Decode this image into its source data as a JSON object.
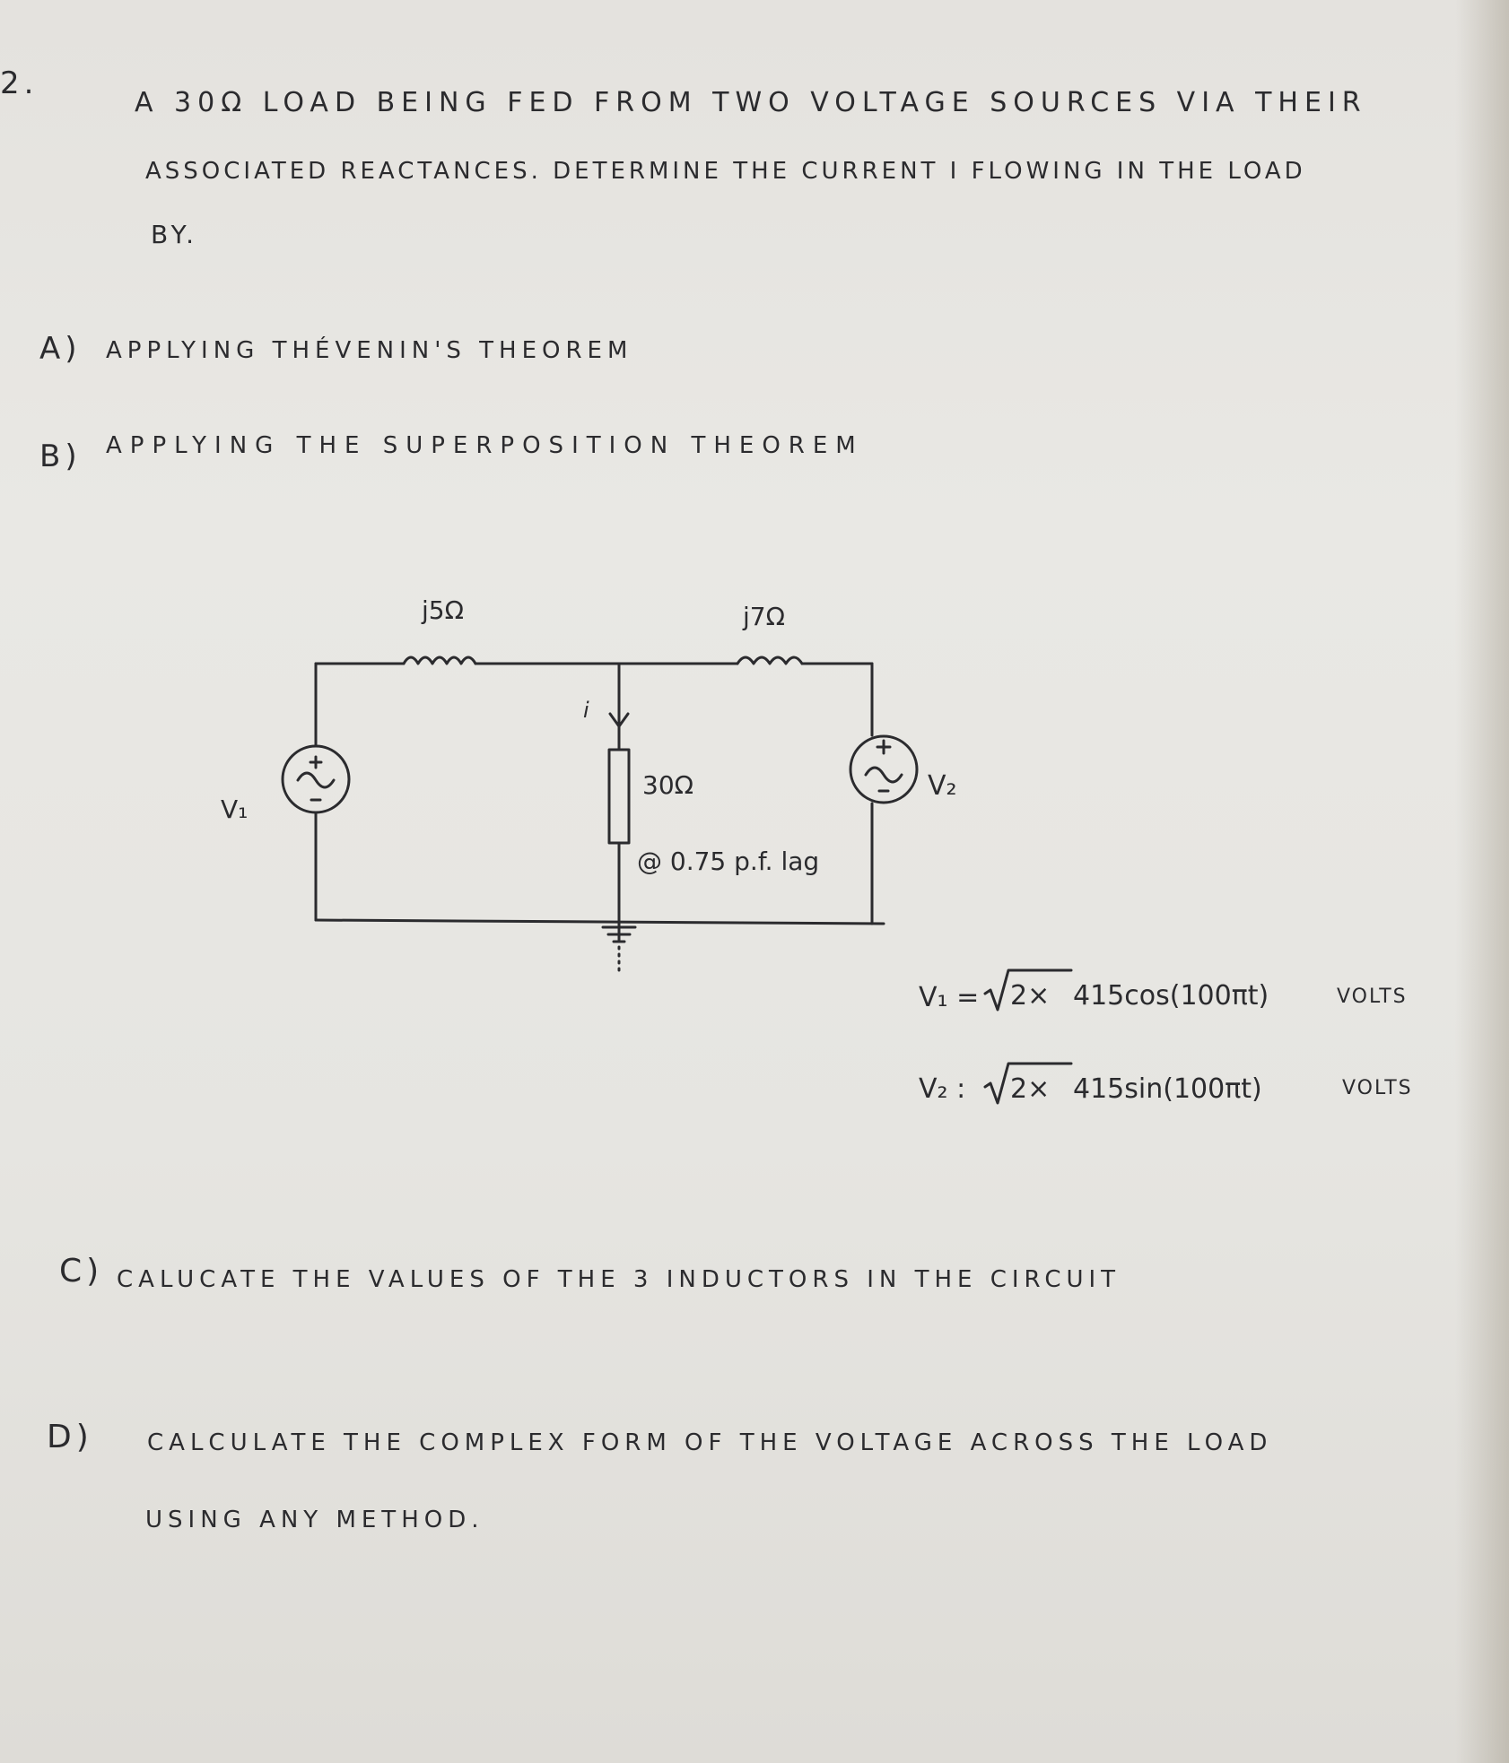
{
  "question": {
    "number": "2.",
    "line1": "A 30Ω LOAD BEING FED FROM TWO VOLTAGE SOURCES VIA THEIR",
    "line2": "ASSOCIATED REACTANCES. DETERMINE THE CURRENT i FLOWING IN THE LOAD",
    "line3": "BY."
  },
  "parts": [
    {
      "label": "A)",
      "text": "APPLYING THÉVENIN'S THEOREM"
    },
    {
      "label": "B)",
      "text": "APPLYING THE SUPERPOSITION THEOREM"
    },
    {
      "label": "C)",
      "text": "CALUCATE THE VALUES OF THE 3 INDUCTORS IN THE CIRCUIT"
    },
    {
      "label": "D)",
      "text": "CALCULATE THE COMPLEX FORM OF THE VOLTAGE ACROSS THE LOAD",
      "text2": "USING ANY METHOD."
    }
  ],
  "circuit": {
    "inductor1_label": "j5Ω",
    "inductor2_label": "j7Ω",
    "current_label": "i",
    "load_label": "30Ω",
    "load_pf_label": "@ 0.75 p.f. lag",
    "source1_label": "V₁",
    "source2_label": "V₂"
  },
  "equations": [
    {
      "lhs": "V₁ =",
      "sqrt": "2×",
      "rhs": "415cos(100πt)",
      "unit": "VOLTS"
    },
    {
      "lhs": "V₂ :",
      "sqrt": "2×",
      "rhs": "415sin(100πt)",
      "unit": "VOLTS"
    }
  ]
}
